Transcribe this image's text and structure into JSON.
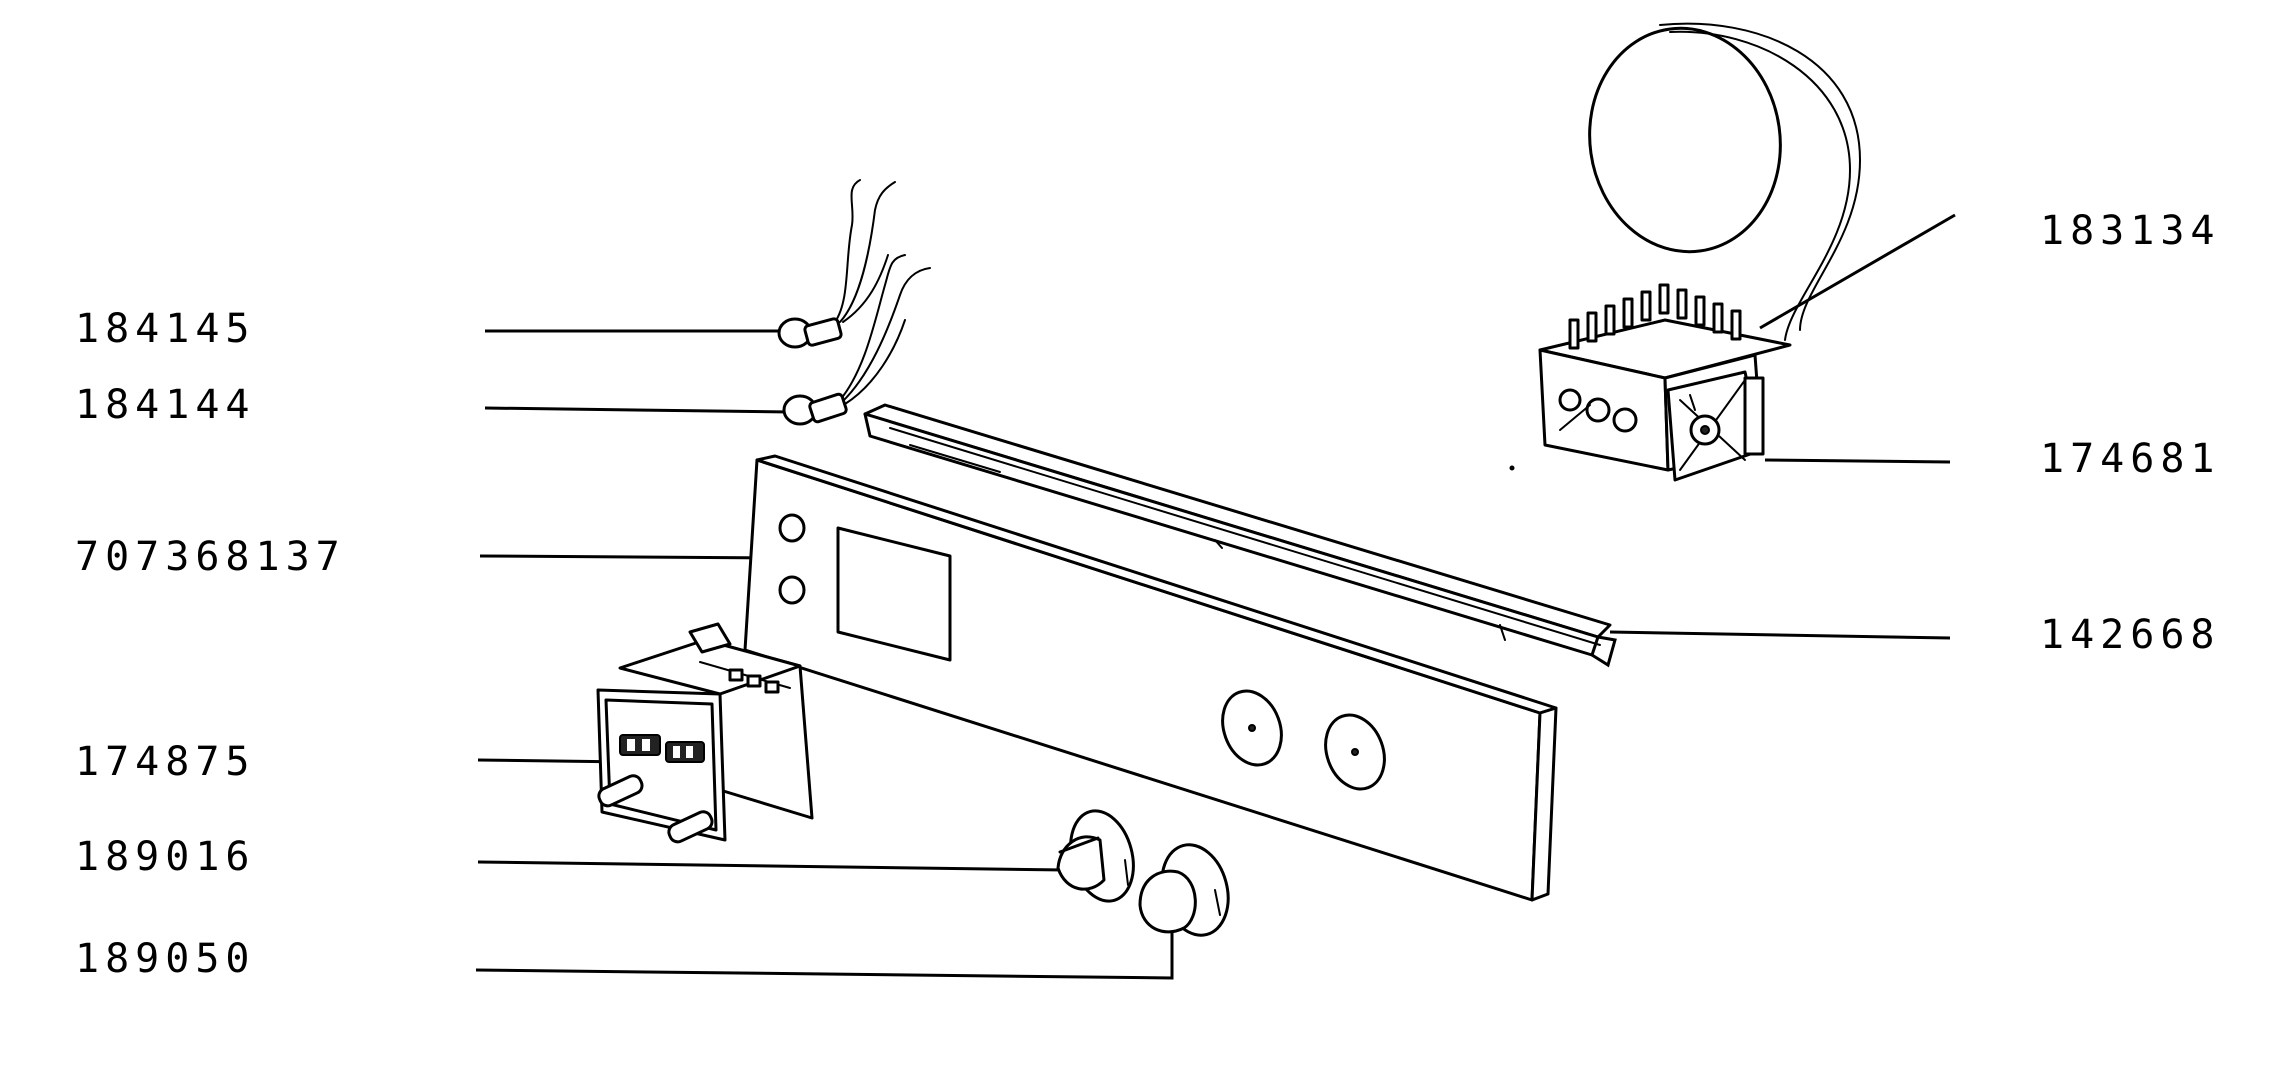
{
  "parts": [
    {
      "id": "p184145",
      "label": "184145"
    },
    {
      "id": "p184144",
      "label": "184144"
    },
    {
      "id": "p707368137",
      "label": "707368137"
    },
    {
      "id": "p174875",
      "label": "174875"
    },
    {
      "id": "p189016",
      "label": "189016"
    },
    {
      "id": "p189050",
      "label": "189050"
    },
    {
      "id": "p183134",
      "label": "183134"
    },
    {
      "id": "p174681",
      "label": "174681"
    },
    {
      "id": "p142668",
      "label": "142668"
    }
  ]
}
